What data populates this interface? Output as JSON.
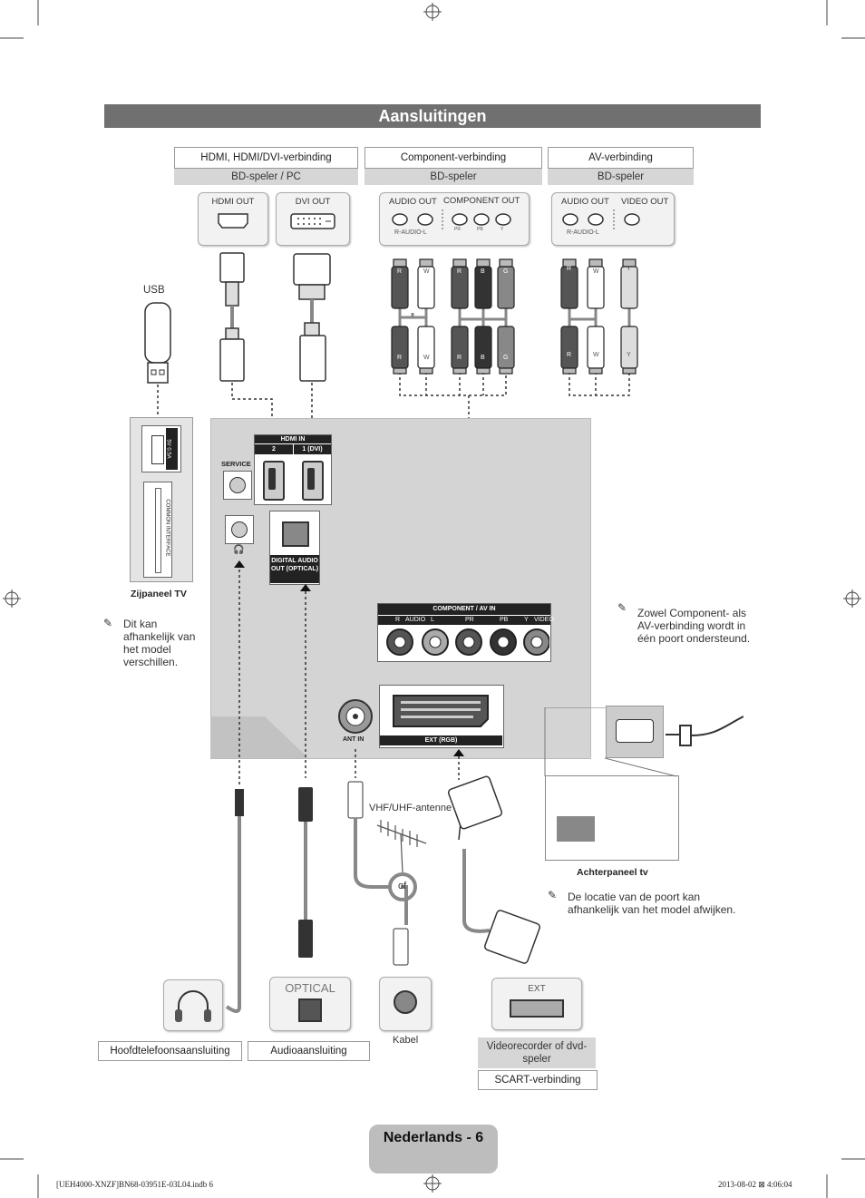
{
  "page": {
    "title": "Aansluitingen",
    "page_label": "Nederlands - 6",
    "footer_left": "[UEH4000-XNZF]BN68-03951E-03L04.indb   6",
    "footer_right": "2013-08-02   ⊠ 4:06:04"
  },
  "sources": {
    "hdmi": {
      "title": "HDMI, HDMI/DVI-verbinding",
      "device": "BD-speler / PC",
      "ports": [
        "HDMI OUT",
        "DVI OUT"
      ]
    },
    "component": {
      "title": "Component-verbinding",
      "device": "BD-speler",
      "ports": [
        "AUDIO OUT",
        "COMPONENT OUT"
      ],
      "sub": "R-AUDIO-L",
      "subports": [
        "PR",
        "PB",
        "Y"
      ]
    },
    "av": {
      "title": "AV-verbinding",
      "device": "BD-speler",
      "ports": [
        "AUDIO OUT",
        "VIDEO OUT"
      ],
      "sub": "R-AUDIO-L"
    }
  },
  "plugs": {
    "component_top": [
      "R",
      "W",
      "R",
      "B",
      "G"
    ],
    "component_bottom": [
      "R",
      "W",
      "R",
      "B",
      "G"
    ],
    "av_top": [
      "R",
      "W",
      "Y"
    ],
    "av_bottom": [
      "R",
      "W",
      "Y"
    ]
  },
  "side_panel": {
    "usb_label": "USB",
    "usb_port": "5V 0.5A",
    "ci_label": "COMMON INTERFACE",
    "caption": "Zijpaneel TV",
    "note": "Dit kan afhankelijk van het model verschillen."
  },
  "tv_panel": {
    "hdmi_in": "HDMI IN",
    "hdmi_ports": [
      "2",
      "1 (DVI)"
    ],
    "service": "SERVICE",
    "headphone_icon": "headphone-icon",
    "digital_audio": "DIGITAL AUDIO OUT (OPTICAL)",
    "comp_av_in": "COMPONENT / AV IN",
    "comp_row": [
      "R",
      "AUDIO",
      "L",
      "PR",
      "PB",
      "Y",
      "VIDEO"
    ],
    "ant_in": "ANT IN",
    "ext_rgb": "EXT (RGB)"
  },
  "notes": {
    "component_note": "Zowel Component- als AV-verbinding wordt in één poort ondersteund.",
    "location_note": "De locatie van de poort kan afhankelijk van het model afwijken."
  },
  "rear": {
    "caption": "Achterpaneel tv"
  },
  "antenna": {
    "label": "VHF/UHF-antenne",
    "or": "of",
    "cable": "Kabel"
  },
  "bottom": {
    "headphone": "Hoofdtelefoonsaansluiting",
    "optical_port": "OPTICAL",
    "audio": "Audioaansluiting",
    "ext_port": "EXT",
    "scart_device": "Videorecorder of dvd-speler",
    "scart": "SCART-verbinding"
  }
}
